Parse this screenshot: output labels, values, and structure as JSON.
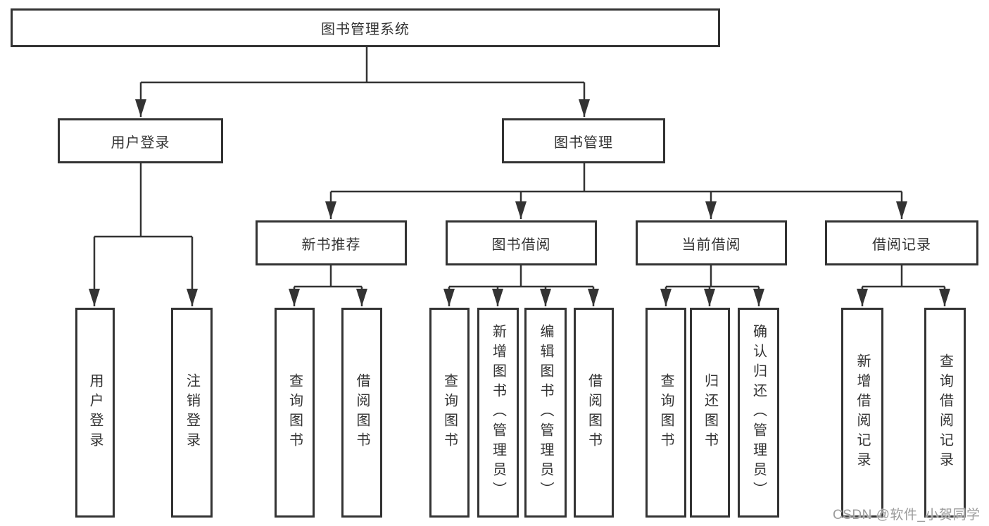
{
  "tree": {
    "label": "图书管理系统",
    "children": [
      {
        "label": "用户登录",
        "children": [
          {
            "label": "用户登录"
          },
          {
            "label": "注销登录"
          }
        ]
      },
      {
        "label": "图书管理",
        "children": [
          {
            "label": "新书推荐",
            "children": [
              {
                "label": "查询图书"
              },
              {
                "label": "借阅图书"
              }
            ]
          },
          {
            "label": "图书借阅",
            "children": [
              {
                "label": "查询图书"
              },
              {
                "label": "新增图书（管理员）"
              },
              {
                "label": "编辑图书（管理员）"
              },
              {
                "label": "借阅图书"
              }
            ]
          },
          {
            "label": "当前借阅",
            "children": [
              {
                "label": "查询图书"
              },
              {
                "label": "归还图书"
              },
              {
                "label": "确认归还（管理员）"
              }
            ]
          },
          {
            "label": "借阅记录",
            "children": [
              {
                "label": "新增借阅记录"
              },
              {
                "label": "查询借阅记录"
              }
            ]
          }
        ]
      }
    ]
  },
  "watermark": "CSDN @软件_小贺同学",
  "colors": {
    "line": "#333333",
    "box_border": "#333333",
    "text": "#333333",
    "background": "#ffffff",
    "watermark": "#9b9b9b"
  }
}
